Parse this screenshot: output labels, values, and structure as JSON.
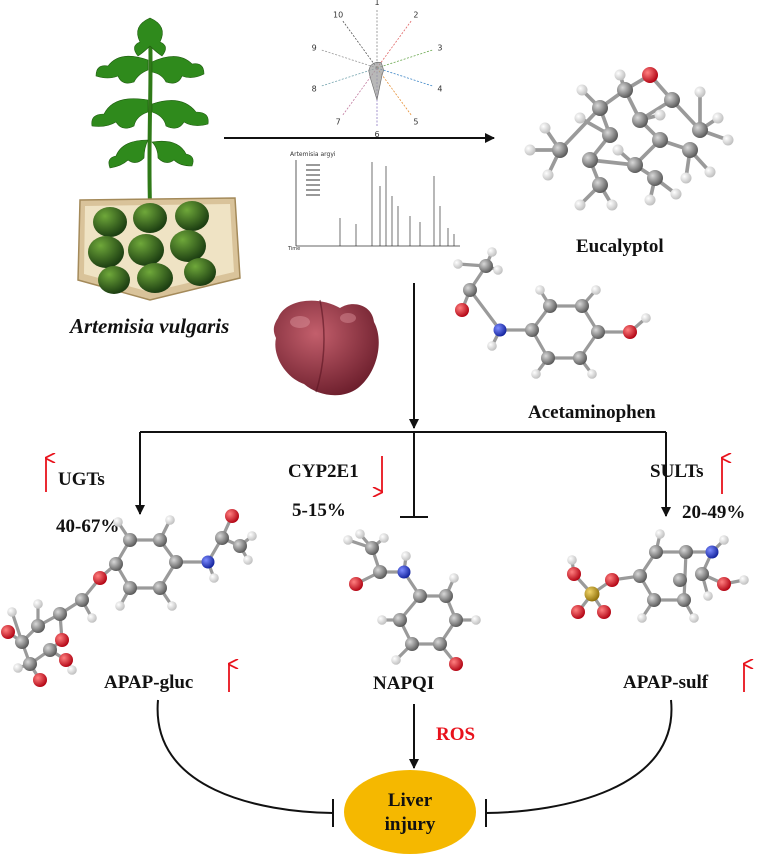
{
  "labels": {
    "plant": "Artemisia vulgaris",
    "eucalyptol": "Eucalyptol",
    "acetaminophen": "Acetaminophen",
    "ugts": "UGTs",
    "ugts_pct": "40-67%",
    "cyp": "CYP2E1",
    "cyp_pct": "5-15%",
    "sults": "SULTs",
    "sults_pct": "20-49%",
    "gluc": "APAP-gluc",
    "napqi": "NAPQI",
    "sulf": "APAP-sulf",
    "ros": "ROS",
    "liver1": "Liver",
    "liver2": "injury"
  },
  "radar_axes": [
    "1",
    "2",
    "3",
    "4",
    "5",
    "6",
    "7",
    "8",
    "9",
    "10"
  ],
  "spectrum_title": "Artemisia argyi",
  "spectrum_axis_label": "Time",
  "colors": {
    "accent_red": "#e8121c",
    "liver_fill": "#f5b800",
    "carbon": "#7a7a7a",
    "oxygen": "#d8141c",
    "nitrogen": "#1a2ccc",
    "sulfur": "#c9a21a",
    "hydrogen": "#ededed",
    "leaf": "#2f8a1c",
    "liver_tissue": "#8e2c3c"
  }
}
